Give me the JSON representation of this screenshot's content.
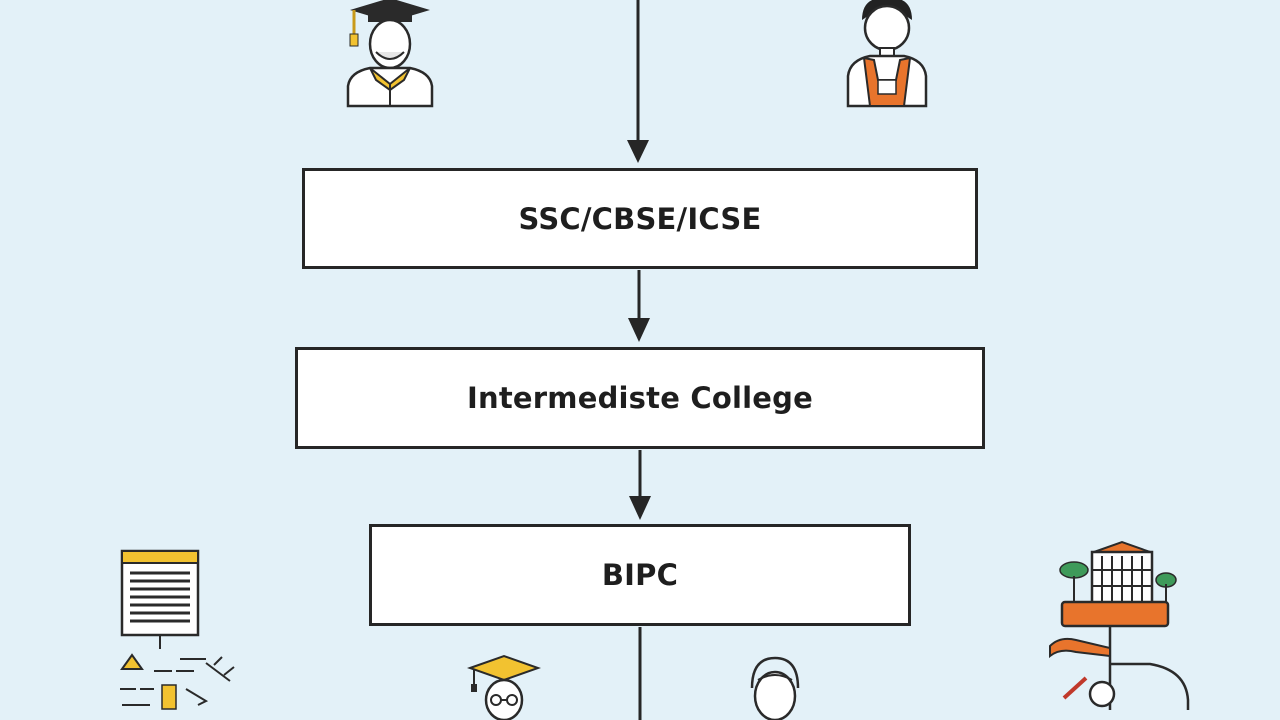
{
  "diagram": {
    "steps": [
      {
        "label": "SSC/CBSE/ICSE"
      },
      {
        "label": "Intermediste College"
      },
      {
        "label": "BIPC"
      }
    ]
  },
  "icons": {
    "graduate": "graduate-icon",
    "student": "student-icon",
    "document": "document-icon",
    "campus": "campus-icon",
    "graduate_small": "graduate-small-icon",
    "student_small": "student-small-icon"
  },
  "colors": {
    "background": "#e3f1f8",
    "box_fill": "#ffffff",
    "box_border": "#262626",
    "text": "#1e1e1e",
    "accent_yellow": "#f2c230",
    "accent_orange": "#e8742c",
    "accent_green": "#3e9a5a"
  }
}
